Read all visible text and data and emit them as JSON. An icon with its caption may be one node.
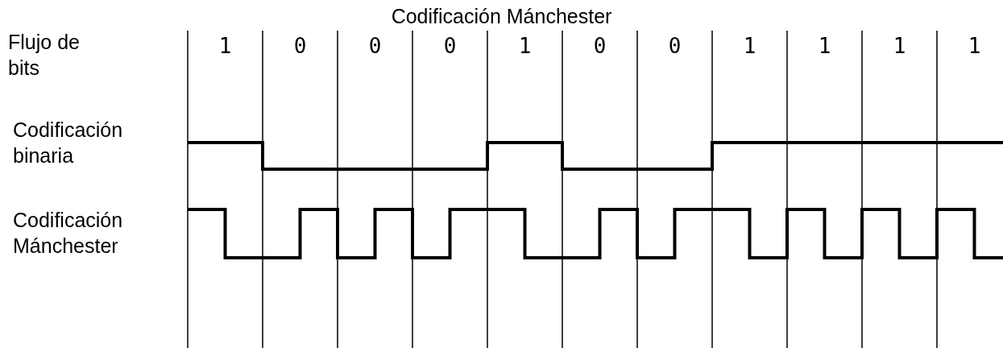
{
  "diagram": {
    "title": "Codificación Mánchester",
    "labels": [
      "Flujo de bits",
      "Codificación binaria",
      "Codificación Mánchester",
      "1",
      "0",
      "0",
      "0",
      "1",
      "0",
      "0",
      "1",
      "1",
      "1",
      "1"
    ]
  }
}
